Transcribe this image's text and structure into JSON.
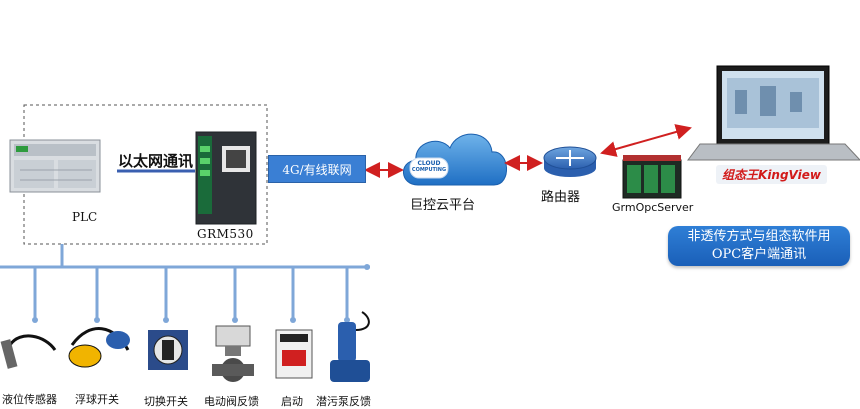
{
  "nodes": {
    "plc": "PLC",
    "ethernet_link": "以太网通讯",
    "gateway": "GRM530",
    "network_link": "4G/有线联网",
    "cloud_badge_line1": "CLOUD",
    "cloud_badge_line2": "COMPUTING",
    "cloud": "巨控云平台",
    "router": "路由器",
    "opc_server": "GrmOpcServer",
    "kingview_cn": "组态王",
    "kingview_en": "KingView",
    "opc_note_line1": "非透传方式与组态软件用",
    "opc_note_line2": "OPC客户端通讯"
  },
  "field_devices": [
    "液位传感器",
    "浮球开关",
    "切换开关",
    "电动阀反馈",
    "启动",
    "潜污泵反馈"
  ],
  "colors": {
    "bus_line": "#7fa7d8",
    "link_blue": "#3a5fb0",
    "arrow_red": "#d02020",
    "panel_blue": "#2a70cc"
  }
}
